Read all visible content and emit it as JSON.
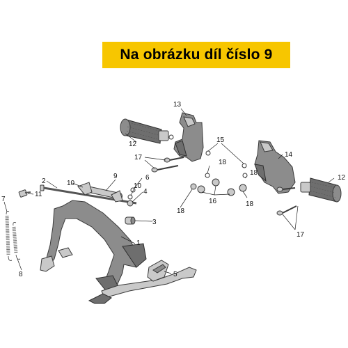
{
  "banner": {
    "text": "Na obrázku díl číslo 9",
    "color": "#f7c600"
  },
  "callouts": {
    "n1": "1",
    "n2": "2",
    "n3": "3",
    "n4": "4",
    "n5": "5",
    "n6": "6",
    "n7": "7",
    "n8": "8",
    "n9": "9",
    "n10a": "10",
    "n10b": "10",
    "n11": "11",
    "n12a": "12",
    "n12b": "12",
    "n13": "13",
    "n14": "14",
    "n15": "15",
    "n16": "16",
    "n17a": "17",
    "n17b": "17",
    "n18a": "18",
    "n18b": "18",
    "n18c": "18",
    "n18d": "18"
  }
}
